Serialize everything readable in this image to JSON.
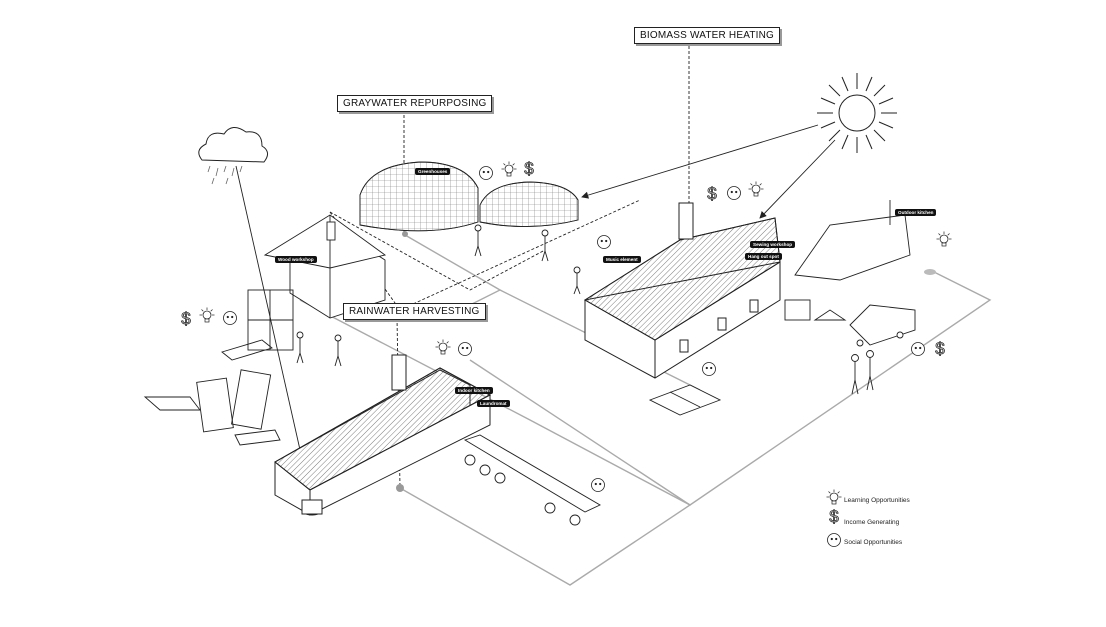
{
  "callouts": {
    "biomass": "BIOMASS WATER HEATING",
    "graywater": "GRAYWATER REPURPOSING",
    "rainwater": "RAINWATER HARVESTING"
  },
  "tags": {
    "greenhouses": "Greenhouses",
    "wood_workshop": "Wood workshop",
    "music_element": "Music element",
    "sewing_workshop": "Sewing workshop",
    "hang_out_spot": "Hang out spot",
    "outdoor_kitchen": "Outdoor kitchen",
    "indoor_kitchen": "Indoor kitchen",
    "laundromat": "Laundromat"
  },
  "legend": {
    "learning": "Learning Opportunities",
    "income": "Income Generating",
    "social": "Social Opportunities"
  },
  "icons": [
    "sun-icon",
    "rain-cloud-icon",
    "lightbulb-icon",
    "dollar-icon",
    "smiley-icon"
  ]
}
